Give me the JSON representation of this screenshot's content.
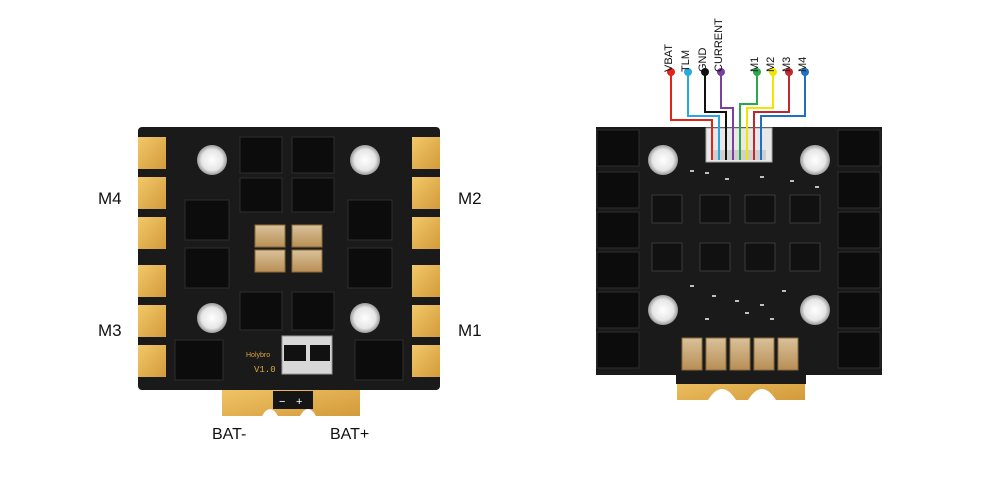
{
  "front": {
    "motor_labels": {
      "m4": "M4",
      "m2": "M2",
      "m3": "M3",
      "m1": "M1"
    },
    "battery_labels": {
      "neg": "BAT-",
      "pos": "BAT+"
    },
    "pad_signs": {
      "neg": "−",
      "pos": "+"
    },
    "silkscreen": {
      "brand": "Holybro",
      "version": "V1.0"
    }
  },
  "back": {
    "wires": [
      {
        "name": "VBAT",
        "color": "#e2231a"
      },
      {
        "name": "TLM",
        "color": "#29a8e0"
      },
      {
        "name": "GND",
        "color": "#111111"
      },
      {
        "name": "CURRENT",
        "color": "#7b3fa0"
      },
      {
        "name": "M1",
        "color": "#2aa84a"
      },
      {
        "name": "M2",
        "color": "#f2e600"
      },
      {
        "name": "M3",
        "color": "#c1272d"
      },
      {
        "name": "M4",
        "color": "#1f6fc4"
      }
    ]
  }
}
